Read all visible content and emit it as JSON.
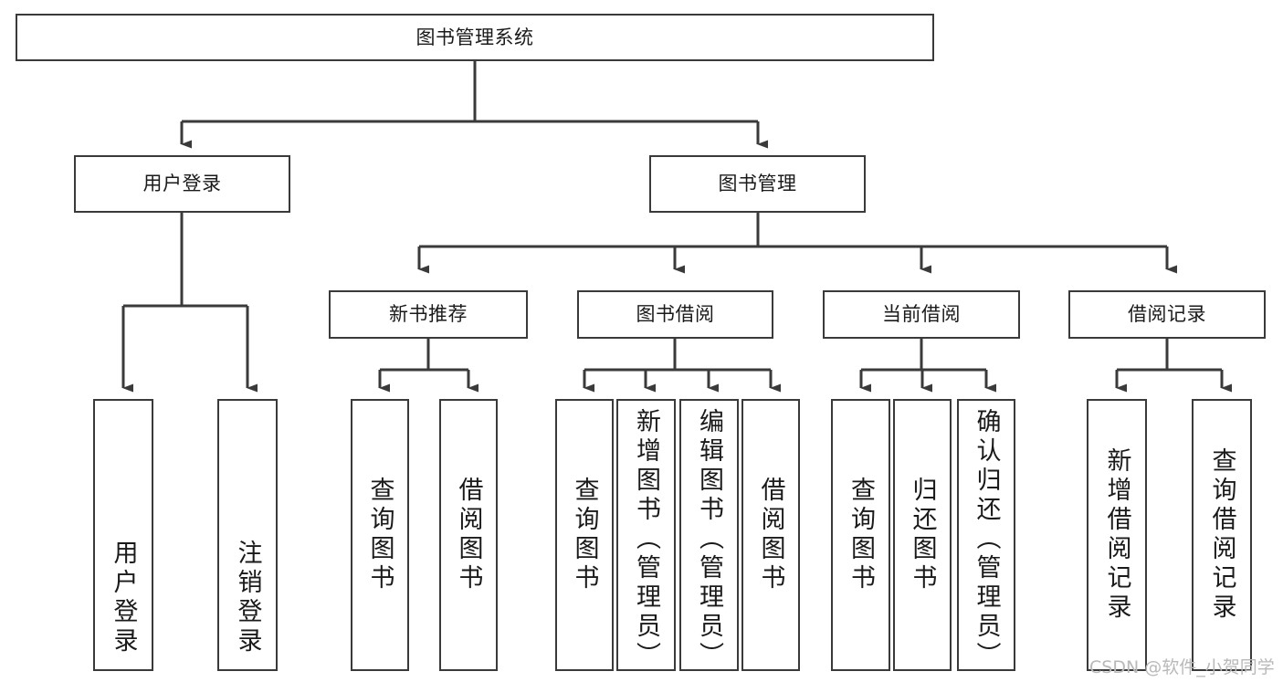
{
  "diagram": {
    "title": "图书管理系统",
    "type": "tree",
    "root": {
      "id": "root",
      "label": "图书管理系统"
    },
    "level2": [
      {
        "id": "user-login",
        "label": "用户登录"
      },
      {
        "id": "book-manage",
        "label": "图书管理"
      }
    ],
    "level3": [
      {
        "id": "new-book-rec",
        "label": "新书推荐",
        "parent": "book-manage"
      },
      {
        "id": "book-borrow",
        "label": "图书借阅",
        "parent": "book-manage"
      },
      {
        "id": "current-borrow",
        "label": "当前借阅",
        "parent": "book-manage"
      },
      {
        "id": "borrow-record",
        "label": "借阅记录",
        "parent": "book-manage"
      }
    ],
    "leaves": [
      {
        "id": "leaf-user-login",
        "label": "用户登录",
        "parent": "user-login"
      },
      {
        "id": "leaf-logout",
        "label": "注销登录",
        "parent": "user-login"
      },
      {
        "id": "leaf-query-book-1",
        "label": "查询图书",
        "parent": "new-book-rec"
      },
      {
        "id": "leaf-borrow-book-1",
        "label": "借阅图书",
        "parent": "new-book-rec"
      },
      {
        "id": "leaf-query-book-2",
        "label": "查询图书",
        "parent": "book-borrow"
      },
      {
        "id": "leaf-add-book",
        "label": "新增图书（管理员）",
        "parent": "book-borrow"
      },
      {
        "id": "leaf-edit-book",
        "label": "编辑图书（管理员）",
        "parent": "book-borrow"
      },
      {
        "id": "leaf-borrow-book-2",
        "label": "借阅图书",
        "parent": "book-borrow"
      },
      {
        "id": "leaf-query-book-3",
        "label": "查询图书",
        "parent": "current-borrow"
      },
      {
        "id": "leaf-return-book",
        "label": "归还图书",
        "parent": "current-borrow"
      },
      {
        "id": "leaf-confirm-return",
        "label": "确认归还（管理员）",
        "parent": "current-borrow"
      },
      {
        "id": "leaf-add-record",
        "label": "新增借阅记录",
        "parent": "borrow-record"
      },
      {
        "id": "leaf-query-record",
        "label": "查询借阅记录",
        "parent": "borrow-record"
      }
    ]
  },
  "watermark": {
    "text": "CSDN @软件_小贺同学"
  },
  "colors": {
    "border": "#3a3a3a",
    "background": "#ffffff",
    "text": "#1a1a1a",
    "edge": "#3a3a3a",
    "watermark": "#b9b9b9"
  }
}
